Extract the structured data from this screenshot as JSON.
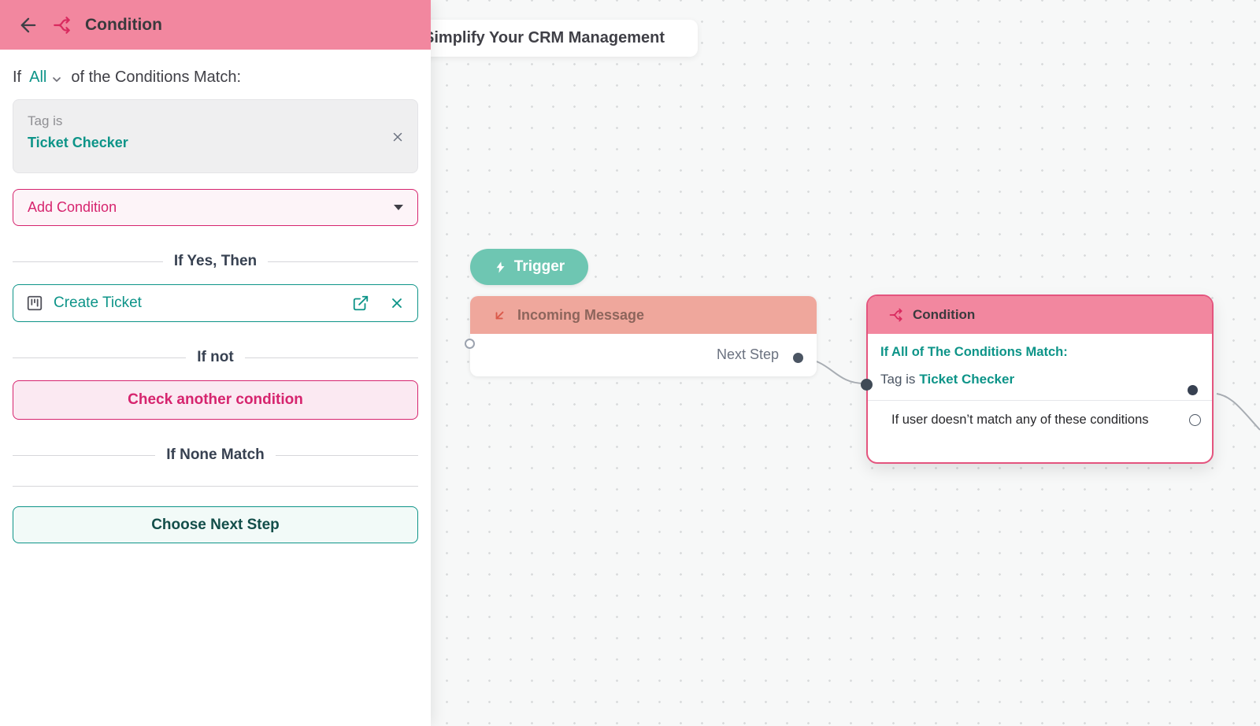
{
  "colors": {
    "header_pink": "#f2879f",
    "accent_pink": "#d6246e",
    "teal": "#0d9488",
    "trigger_teal": "#6ec6b2",
    "incoming_salmon": "#efa79c",
    "node_border_pink": "#e4547e"
  },
  "icons": {
    "back": "arrow-left-icon",
    "condition": "split-arrows-icon",
    "dropdown": "chevron-down-icon",
    "remove": "close-icon",
    "ticket": "kanban-icon",
    "open": "external-link-icon",
    "trigger": "lightning-icon",
    "incoming": "arrow-down-left-icon"
  },
  "panel": {
    "title": "Condition",
    "match_row": {
      "prefix": "If",
      "selector": "All",
      "suffix": "of the Conditions Match:"
    },
    "condition_card": {
      "field": "Tag is",
      "value": "Ticket Checker"
    },
    "add_condition_label": "Add Condition",
    "if_yes_label": "If Yes, Then",
    "create_ticket_label": "Create Ticket",
    "if_not_label": "If not",
    "check_another_label": "Check another condition",
    "if_none_label": "If None Match",
    "choose_next_label": "Choose Next Step"
  },
  "canvas": {
    "banner_title": "Simplify Your CRM Management",
    "trigger_label": "Trigger",
    "incoming_node": {
      "title": "Incoming Message",
      "next_step_label": "Next Step"
    },
    "condition_node": {
      "title": "Condition",
      "match_text": "If All of The Conditions Match:",
      "tag_prefix": "Tag is",
      "tag_value": "Ticket Checker",
      "fallback_text": "If user doesn’t match any of these conditions"
    }
  }
}
